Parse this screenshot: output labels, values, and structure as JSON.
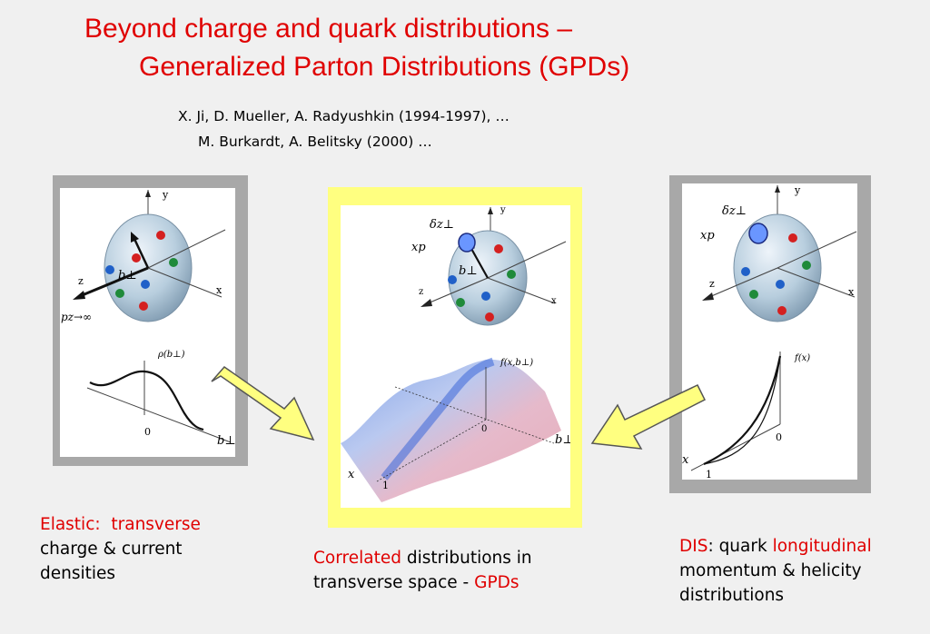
{
  "title": {
    "line1": "Beyond charge and quark distributions –",
    "line2": "Generalized Parton Distributions (GPDs)"
  },
  "references": {
    "line1": "X. Ji,  D. Mueller, A. Radyushkin (1994-1997), …",
    "line2": "M. Burkardt, A. Belitsky (2000) …"
  },
  "panels": {
    "left": {
      "axis_y": "y",
      "axis_z": "z",
      "axis_x": "x",
      "b_perp": "b⊥",
      "pz": "pz→∞",
      "plot_label": "ρ(b⊥)",
      "origin": "0",
      "b_axis": "b⊥"
    },
    "middle": {
      "dz": "δz⊥",
      "xp": "xp",
      "b_perp": "b⊥",
      "axis_y": "y",
      "axis_z": "z",
      "axis_x": "x",
      "plot_label": "f(x,b⊥)",
      "origin": "0",
      "b_axis": "b⊥",
      "x_axis": "x",
      "one": "1"
    },
    "right": {
      "dz": "δz⊥",
      "xp": "xp",
      "axis_y": "y",
      "axis_z": "z",
      "axis_x": "x",
      "plot_label": "f(x)",
      "origin": "0",
      "x_axis": "x",
      "one": "1"
    }
  },
  "captions": {
    "left": {
      "elastic": "Elastic:",
      "transverse": "transverse",
      "line2": "charge & current",
      "line3": "densities"
    },
    "middle": {
      "correlated": "Correlated",
      "rest1": " distributions in",
      "line2": "transverse space - ",
      "gpds": "GPDs"
    },
    "right": {
      "dis": "DIS",
      "colon": ": quark ",
      "longitudinal": "longitudinal",
      "line2": "momentum & helicity",
      "line3": "distributions"
    }
  },
  "colors": {
    "title_red": "#e00000",
    "frame_gray": "#a8a8a8",
    "frame_yellow": "#ffff80",
    "arrow_yellow": "#ffff80",
    "quark_red": "#d42020",
    "quark_green": "#1f8a3a",
    "quark_blue": "#2060c8"
  }
}
